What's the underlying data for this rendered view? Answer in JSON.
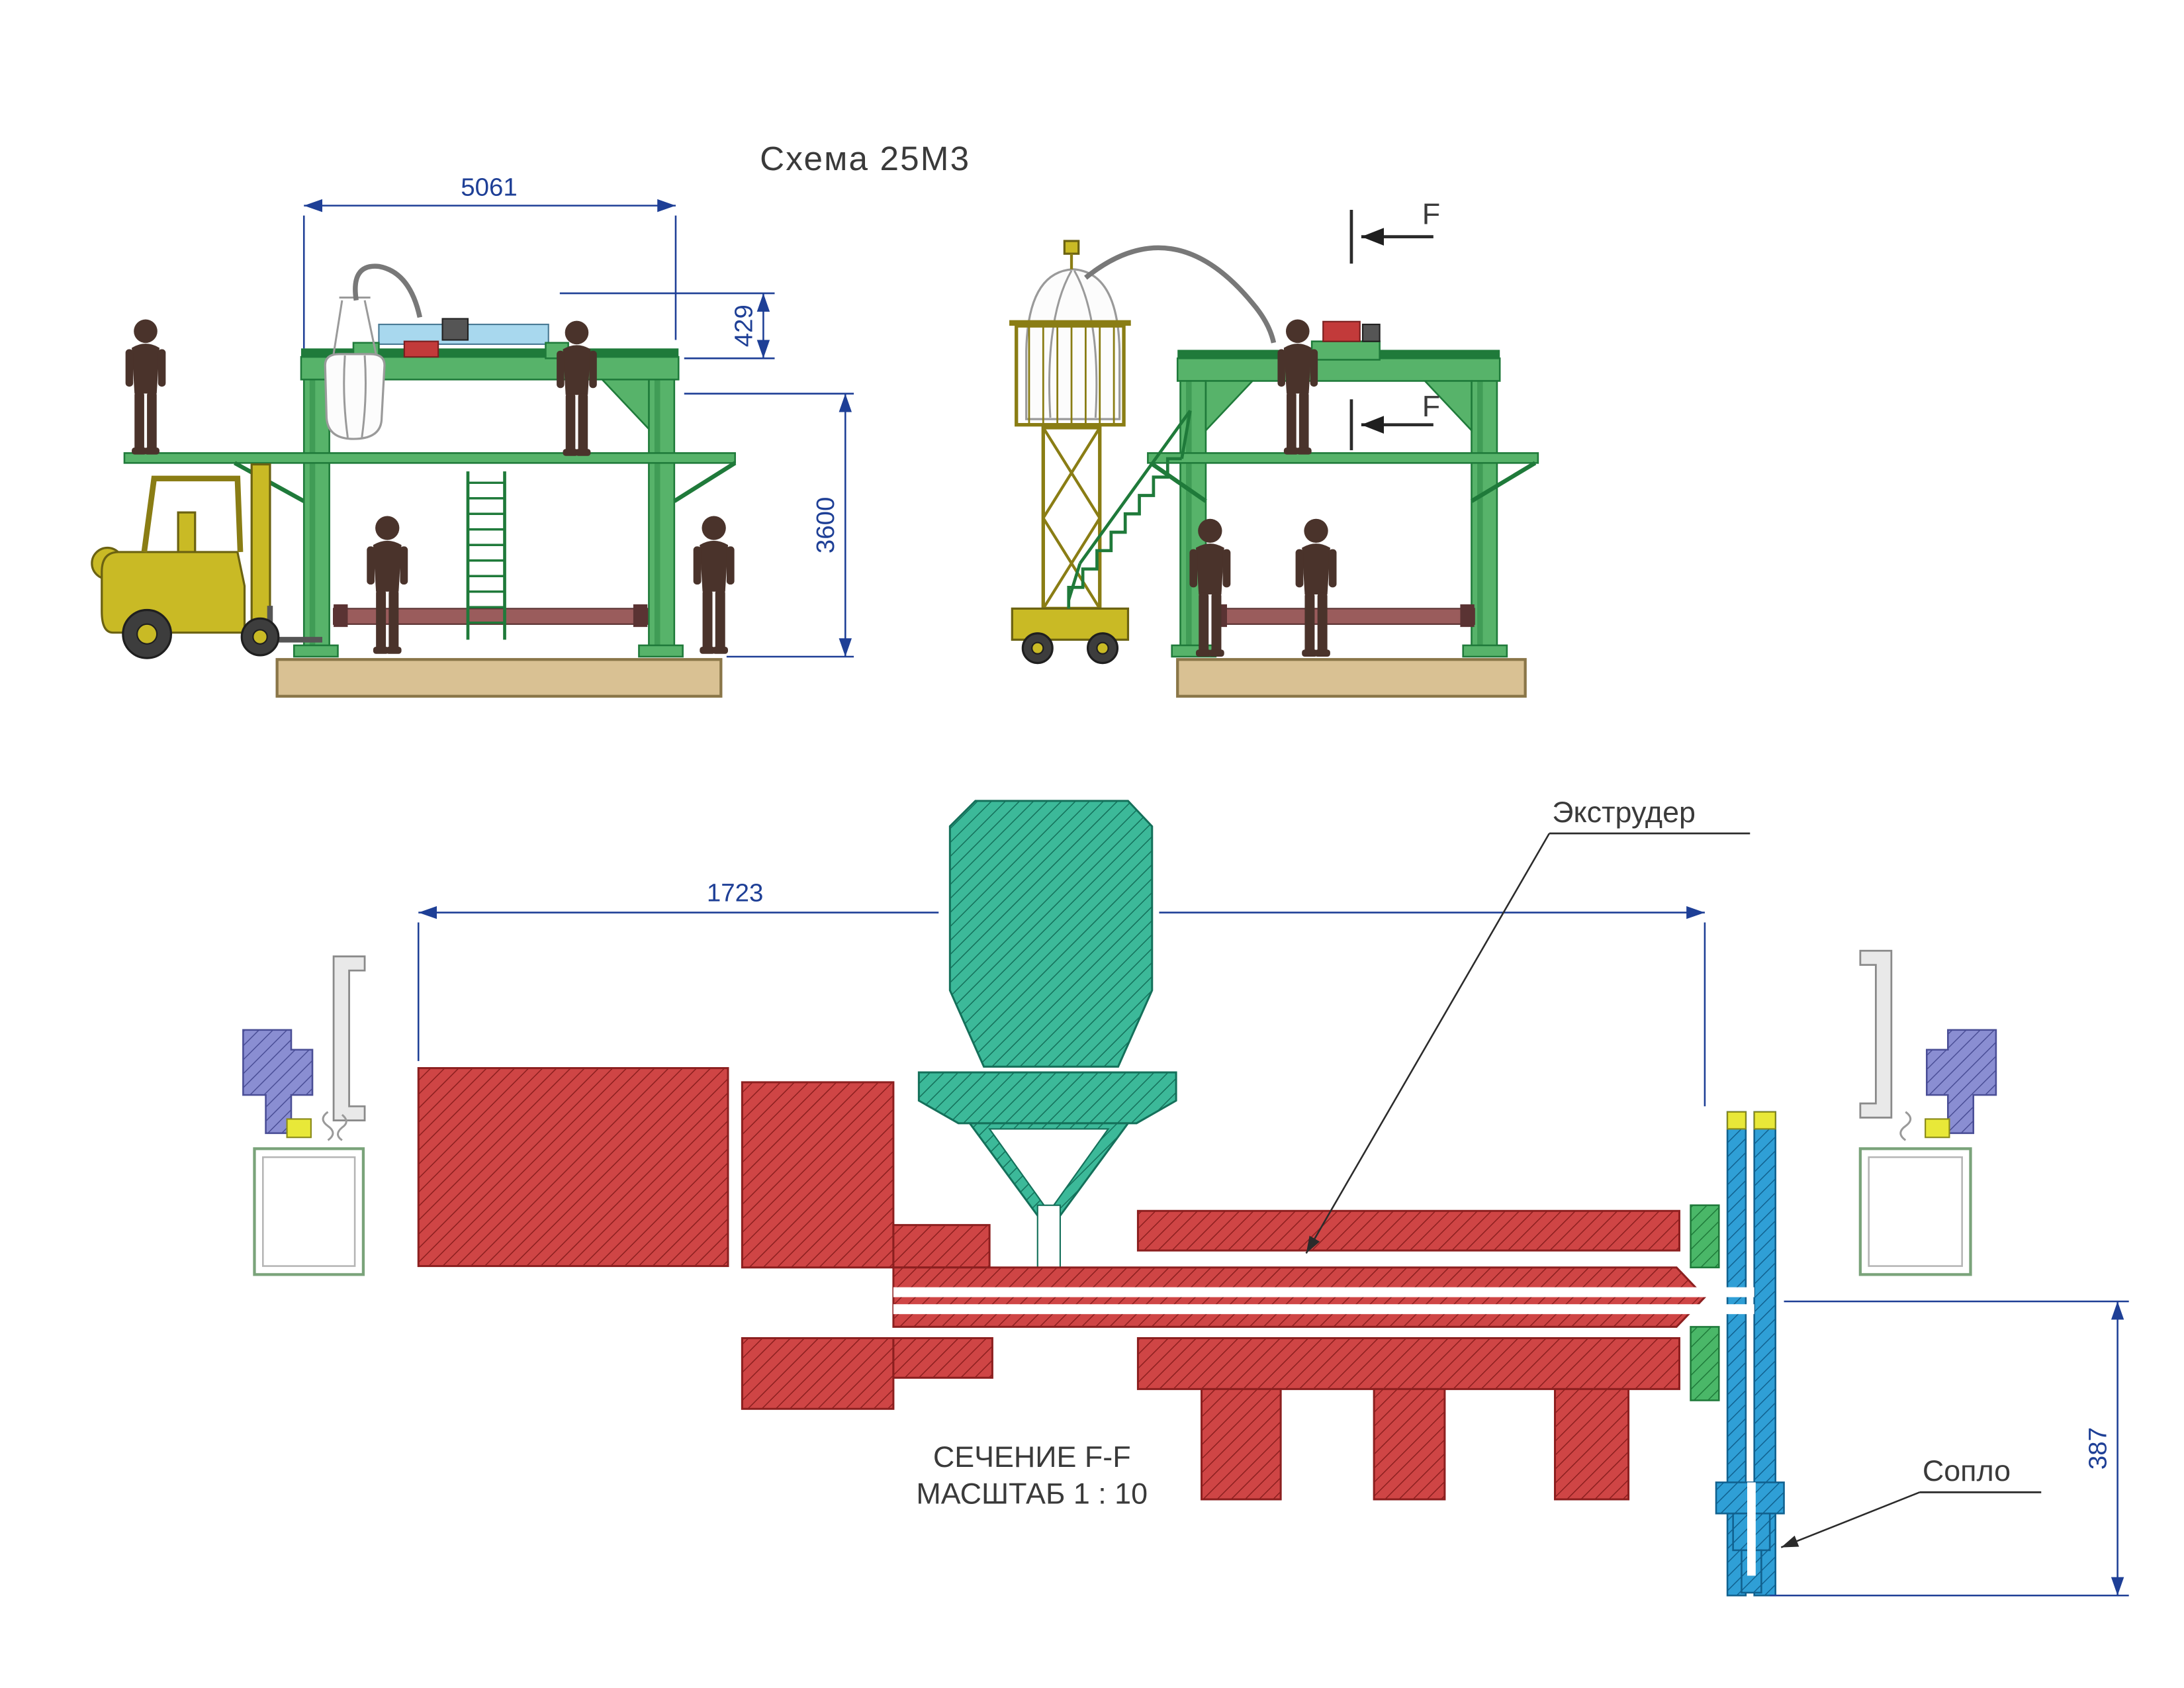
{
  "palette": {
    "frame-green": "#57b36a",
    "frame-green-dark": "#1f7a3a",
    "ground-tan": "#d9c193",
    "ground-edge": "#8a7648",
    "machine-yellow": "#c9ba25",
    "machine-yellow-dark": "#6b6212",
    "figure-brown": "#4a332b",
    "red-part": "#cf4545",
    "red-hatch": "#8c1f1f",
    "teal-part": "#3cb999",
    "teal-hatch": "#14705a",
    "blue-part": "#2f9fd6",
    "blue-hatch": "#11618f",
    "purple-part": "#8a8ed2",
    "purple-hatch": "#4a4e96",
    "bracket-green": "#4ab768",
    "accent-yellow": "#e8e838",
    "dim-blue": "#1e3f96",
    "label-dark": "#3a3a3a",
    "bed-maroon": "#9a5c5c",
    "equip-blue": "#a8d8ee",
    "equip-red": "#c23a3a",
    "bag-outline": "#9a9a9a"
  },
  "title": "Схема 25М3",
  "side_view": {
    "dim_width": "5061",
    "dim_offset": "429",
    "dim_height": "3600"
  },
  "end_view": {
    "marker_top": "F",
    "marker_bottom": "F"
  },
  "section_view": {
    "dim_length": "1723",
    "dim_nozzle": "387",
    "label_extruder": "Экструдер",
    "label_nozzle": "Сопло",
    "caption_line1": "СЕЧЕНИЕ F-F",
    "caption_line2": "МАСШТАБ 1 : 10"
  }
}
